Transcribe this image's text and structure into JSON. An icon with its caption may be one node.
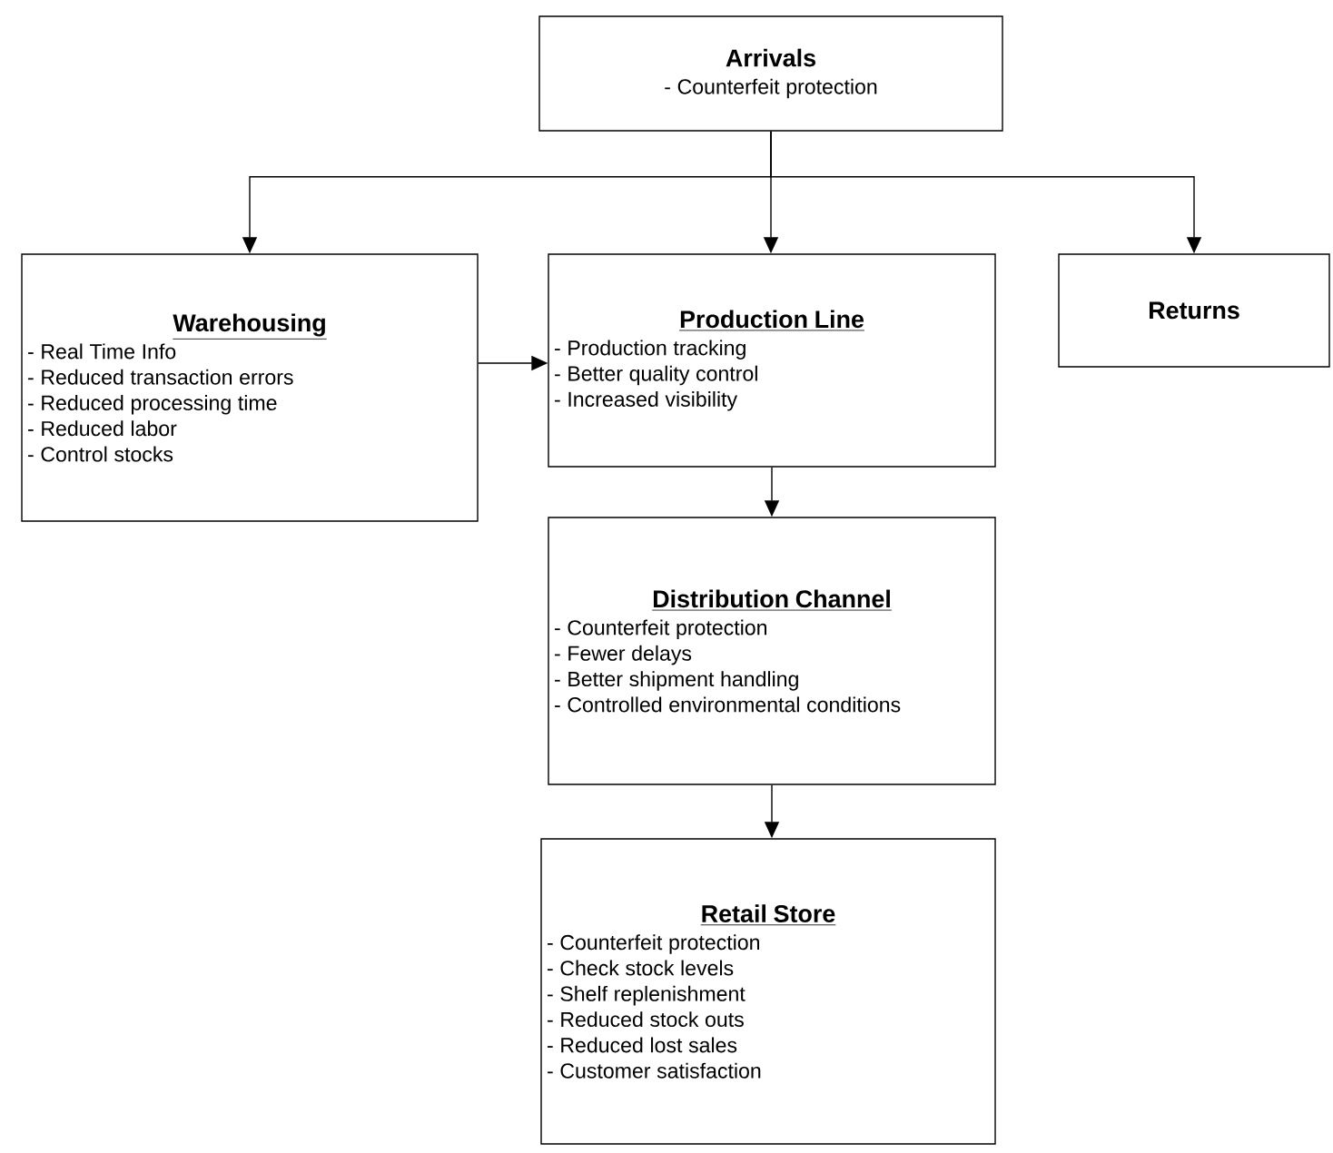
{
  "diagram": {
    "nodes": [
      {
        "text": [
          "Arrivals",
          "- Counterfeit protection"
        ]
      },
      {
        "text": [
          "Warehousing",
          "- Real Time Info",
          "- Reduced transaction errors",
          "- Reduced processing time",
          "- Reduced labor",
          "- Control stocks"
        ]
      },
      {
        "text": [
          "Production Line",
          "- Production tracking",
          "- Better quality control",
          "- Increased visibility"
        ]
      },
      {
        "text": [
          "Returns"
        ]
      },
      {
        "text": [
          "Distribution Channel",
          "- Counterfeit protection",
          "- Fewer delays",
          "- Better shipment handling",
          "- Controlled environmental conditions"
        ]
      },
      {
        "text": [
          "Retail Store",
          "- Counterfeit protection",
          "- Check stock levels",
          "- Shelf replenishment",
          "- Reduced stock outs",
          "- Reduced lost sales",
          "- Customer satisfaction"
        ]
      }
    ],
    "edges": [
      {
        "from": 0,
        "to": 1,
        "arrow": "to"
      },
      {
        "from": 0,
        "to": 2,
        "arrow": "to"
      },
      {
        "from": 0,
        "to": 3,
        "arrow": "to"
      },
      {
        "from": 1,
        "to": 2,
        "arrow": "to"
      },
      {
        "from": 2,
        "to": 4,
        "arrow": "to"
      },
      {
        "from": 4,
        "to": 5,
        "arrow": "to"
      }
    ]
  }
}
